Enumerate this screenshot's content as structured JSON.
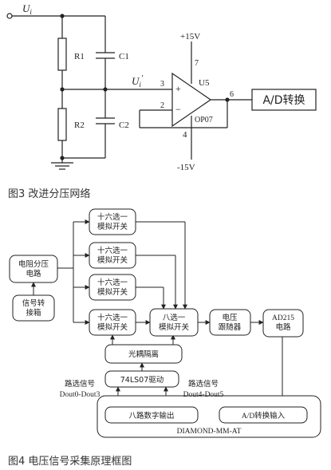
{
  "figure3": {
    "caption": "图3  改进分压网络",
    "labels": {
      "ui": "U",
      "ui_sub": "i",
      "uip": "U",
      "uip_sub": "i",
      "uip_prime": "′",
      "r1": "R1",
      "r2": "R2",
      "c1": "C1",
      "c2": "C2",
      "u5": "U5",
      "op07": "OP07",
      "vplus": "+15V",
      "vminus": "-15V",
      "pin7": "7",
      "pin3": "3",
      "pin2": "2",
      "pin6": "6",
      "pin4": "4",
      "plus": "+",
      "minus": "−",
      "adc": "A/D转换"
    }
  },
  "figure4": {
    "caption": "图4  电压信号采集原理框图",
    "boxes": {
      "mux16_1": [
        "十六选一",
        "模拟开关"
      ],
      "mux16_2": [
        "十六选一",
        "模拟开关"
      ],
      "mux16_3": [
        "十六选一",
        "模拟开关"
      ],
      "mux16_4": [
        "十六选一",
        "模拟开关"
      ],
      "divider": [
        "电阻分压",
        "电路"
      ],
      "junction": [
        "信号转",
        "接箱"
      ],
      "mux8": [
        "八选一",
        "模拟开关"
      ],
      "follower": [
        "电压",
        "跟随器"
      ],
      "ad215": [
        "AD215",
        "电路"
      ],
      "opto": "光耦隔离",
      "driver": "74LS07驱动",
      "digital_out": "八路数字输出",
      "ad_in": "A/D转换输入",
      "board": "DIAMOND-MM-AT"
    },
    "labels": {
      "sel_left_1": "路选信号",
      "sel_left_2": "Dout0-Dout3",
      "sel_right_1": "路选信号",
      "sel_right_2": "Dout4-Dout5"
    }
  }
}
